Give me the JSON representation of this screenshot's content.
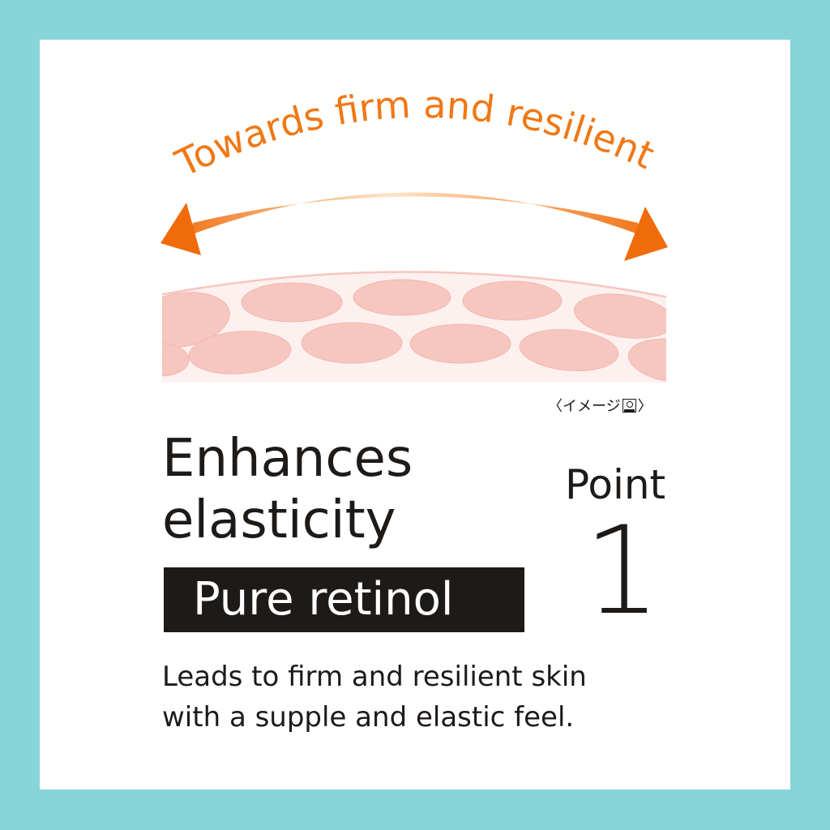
{
  "heading_arc": "Towards firm and resilient",
  "image_note": "〈イメージ",
  "image_note_end": "〉",
  "title_lines": [
    "Enhances",
    "elasticity"
  ],
  "ingredient_label": "Pure retinol",
  "point_label": "Point",
  "point_number": "1",
  "description_lines": [
    "Leads to firm and resilient skin",
    "with a supple and elastic feel."
  ],
  "colors": {
    "border": "#87d5d8",
    "arrow": "#f07814",
    "cell": "#f7c6bf",
    "skin": "#fdf1ef",
    "text": "#1d1a18"
  }
}
